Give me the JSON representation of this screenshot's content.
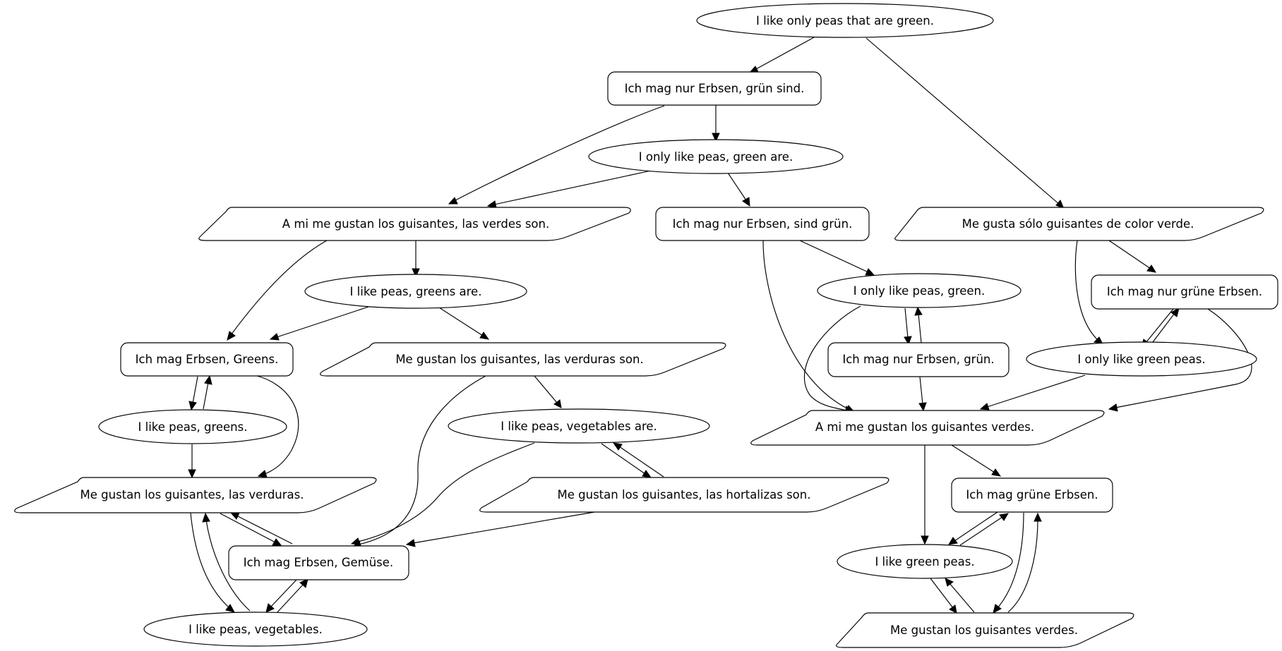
{
  "nodes": {
    "n_en_root": "I like only peas that are green.",
    "n_de_nur_gruen_sind": "Ich mag nur Erbsen, grün sind.",
    "n_en_only_green_are": "I only like peas, green are.",
    "n_es_verdes_son": "A mi me gustan los guisantes, las verdes son.",
    "n_de_sind_gruen": "Ich mag nur Erbsen, sind grün.",
    "n_es_solo_color_verde": "Me gusta sólo guisantes de color verde.",
    "n_en_greens_are": "I like peas, greens are.",
    "n_en_only_green": "I only like peas, green.",
    "n_de_nur_gruene": "Ich mag nur grüne Erbsen.",
    "n_de_erbsen_greens": "Ich mag Erbsen, Greens.",
    "n_es_verduras_son": "Me gustan los guisantes, las verduras son.",
    "n_de_nur_gruen": "Ich mag nur Erbsen, grün.",
    "n_en_only_green_peas": "I only like green peas.",
    "n_en_greens": "I like peas, greens.",
    "n_en_vegetables_are": "I like peas, vegetables are.",
    "n_es_guisantes_verdes_ami": "A mi me gustan los guisantes verdes.",
    "n_es_las_verduras": "Me gustan los guisantes, las verduras.",
    "n_es_hortalizas_son": "Me gustan los guisantes, las hortalizas son.",
    "n_de_gruene_erbsen": "Ich mag grüne Erbsen.",
    "n_de_gemuese": "Ich mag Erbsen, Gemüse.",
    "n_en_green_peas": "I like green peas.",
    "n_en_vegetables": "I like peas, vegetables.",
    "n_es_guisantes_verdes": "Me gustan los guisantes verdes."
  }
}
